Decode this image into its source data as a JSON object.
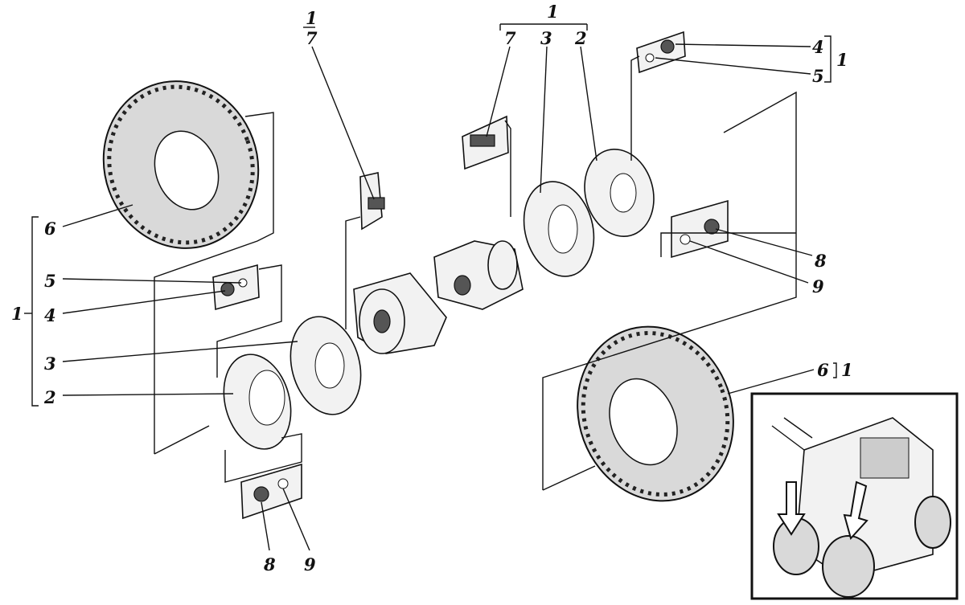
{
  "diagram": {
    "title_fraction": {
      "numerator": "1",
      "denominator": "7"
    },
    "callouts": {
      "top_group": "1",
      "top_7": "7",
      "top_3": "3",
      "top_2": "2",
      "right_4": "4",
      "right_5": "5",
      "right_group_45": "1",
      "right_8": "8",
      "right_9": "9",
      "right_6": "6",
      "right_group_6": "1",
      "left_6": "6",
      "left_5": "5",
      "left_4": "4",
      "left_group": "1",
      "left_3": "3",
      "left_2": "2",
      "bottom_8": "8",
      "bottom_9": "9"
    }
  }
}
